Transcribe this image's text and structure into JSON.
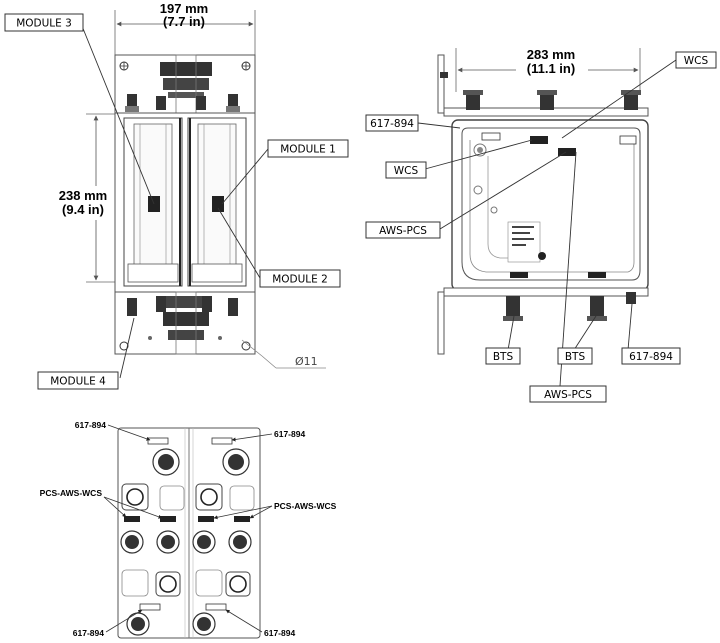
{
  "front_view": {
    "width_dim": [
      "197 mm",
      "(7.7 in)"
    ],
    "height_dim": [
      "238 mm",
      "(9.4 in)"
    ],
    "labels": {
      "module3": "MODULE 3",
      "module1": "MODULE 1",
      "module2": "MODULE 2",
      "module4": "MODULE 4",
      "hole": "Ø11"
    }
  },
  "side_view": {
    "width_dim": [
      "283 mm",
      "(11.1 in)"
    ],
    "labels": {
      "wcs_top": "WCS",
      "p617_top": "617-894",
      "wcs_left": "WCS",
      "aws_pcs_left": "AWS-PCS",
      "bts_left": "BTS",
      "bts_right": "BTS",
      "p617_bottom": "617-894",
      "aws_pcs_bottom": "AWS-PCS"
    }
  },
  "bottom_view": {
    "labels": {
      "tl": "617-894",
      "tr": "617-894",
      "pcs_left": "PCS-AWS-WCS",
      "pcs_right": "PCS-AWS-WCS",
      "bl": "617-894",
      "br": "617-894"
    }
  }
}
